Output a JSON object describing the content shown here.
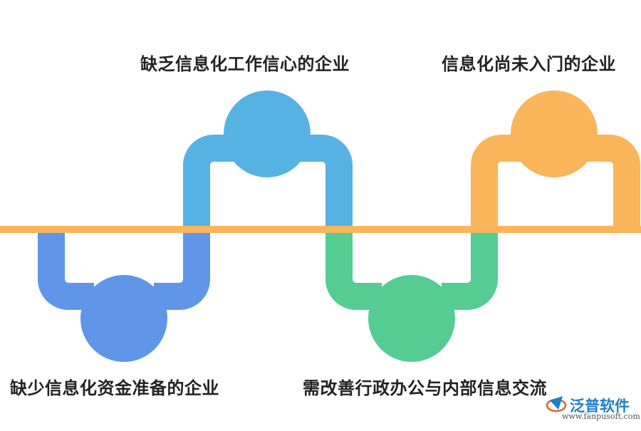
{
  "labels": {
    "blue": "缺乏信息化工作信心的企业",
    "orange": "信息化尚未入门的企业",
    "purple": "缺少信息化资金准备的企业",
    "green": "需改善行政办公与内部信息交流"
  },
  "colors": {
    "baseline": "#fbb55a",
    "purple": "#5f96e8",
    "blue": "#57b2e4",
    "green": "#55cc94",
    "orange": "#fbb55a",
    "text": "#222222"
  },
  "watermark": {
    "brand": "泛普软件",
    "url": "www.fanpusoft.com"
  }
}
